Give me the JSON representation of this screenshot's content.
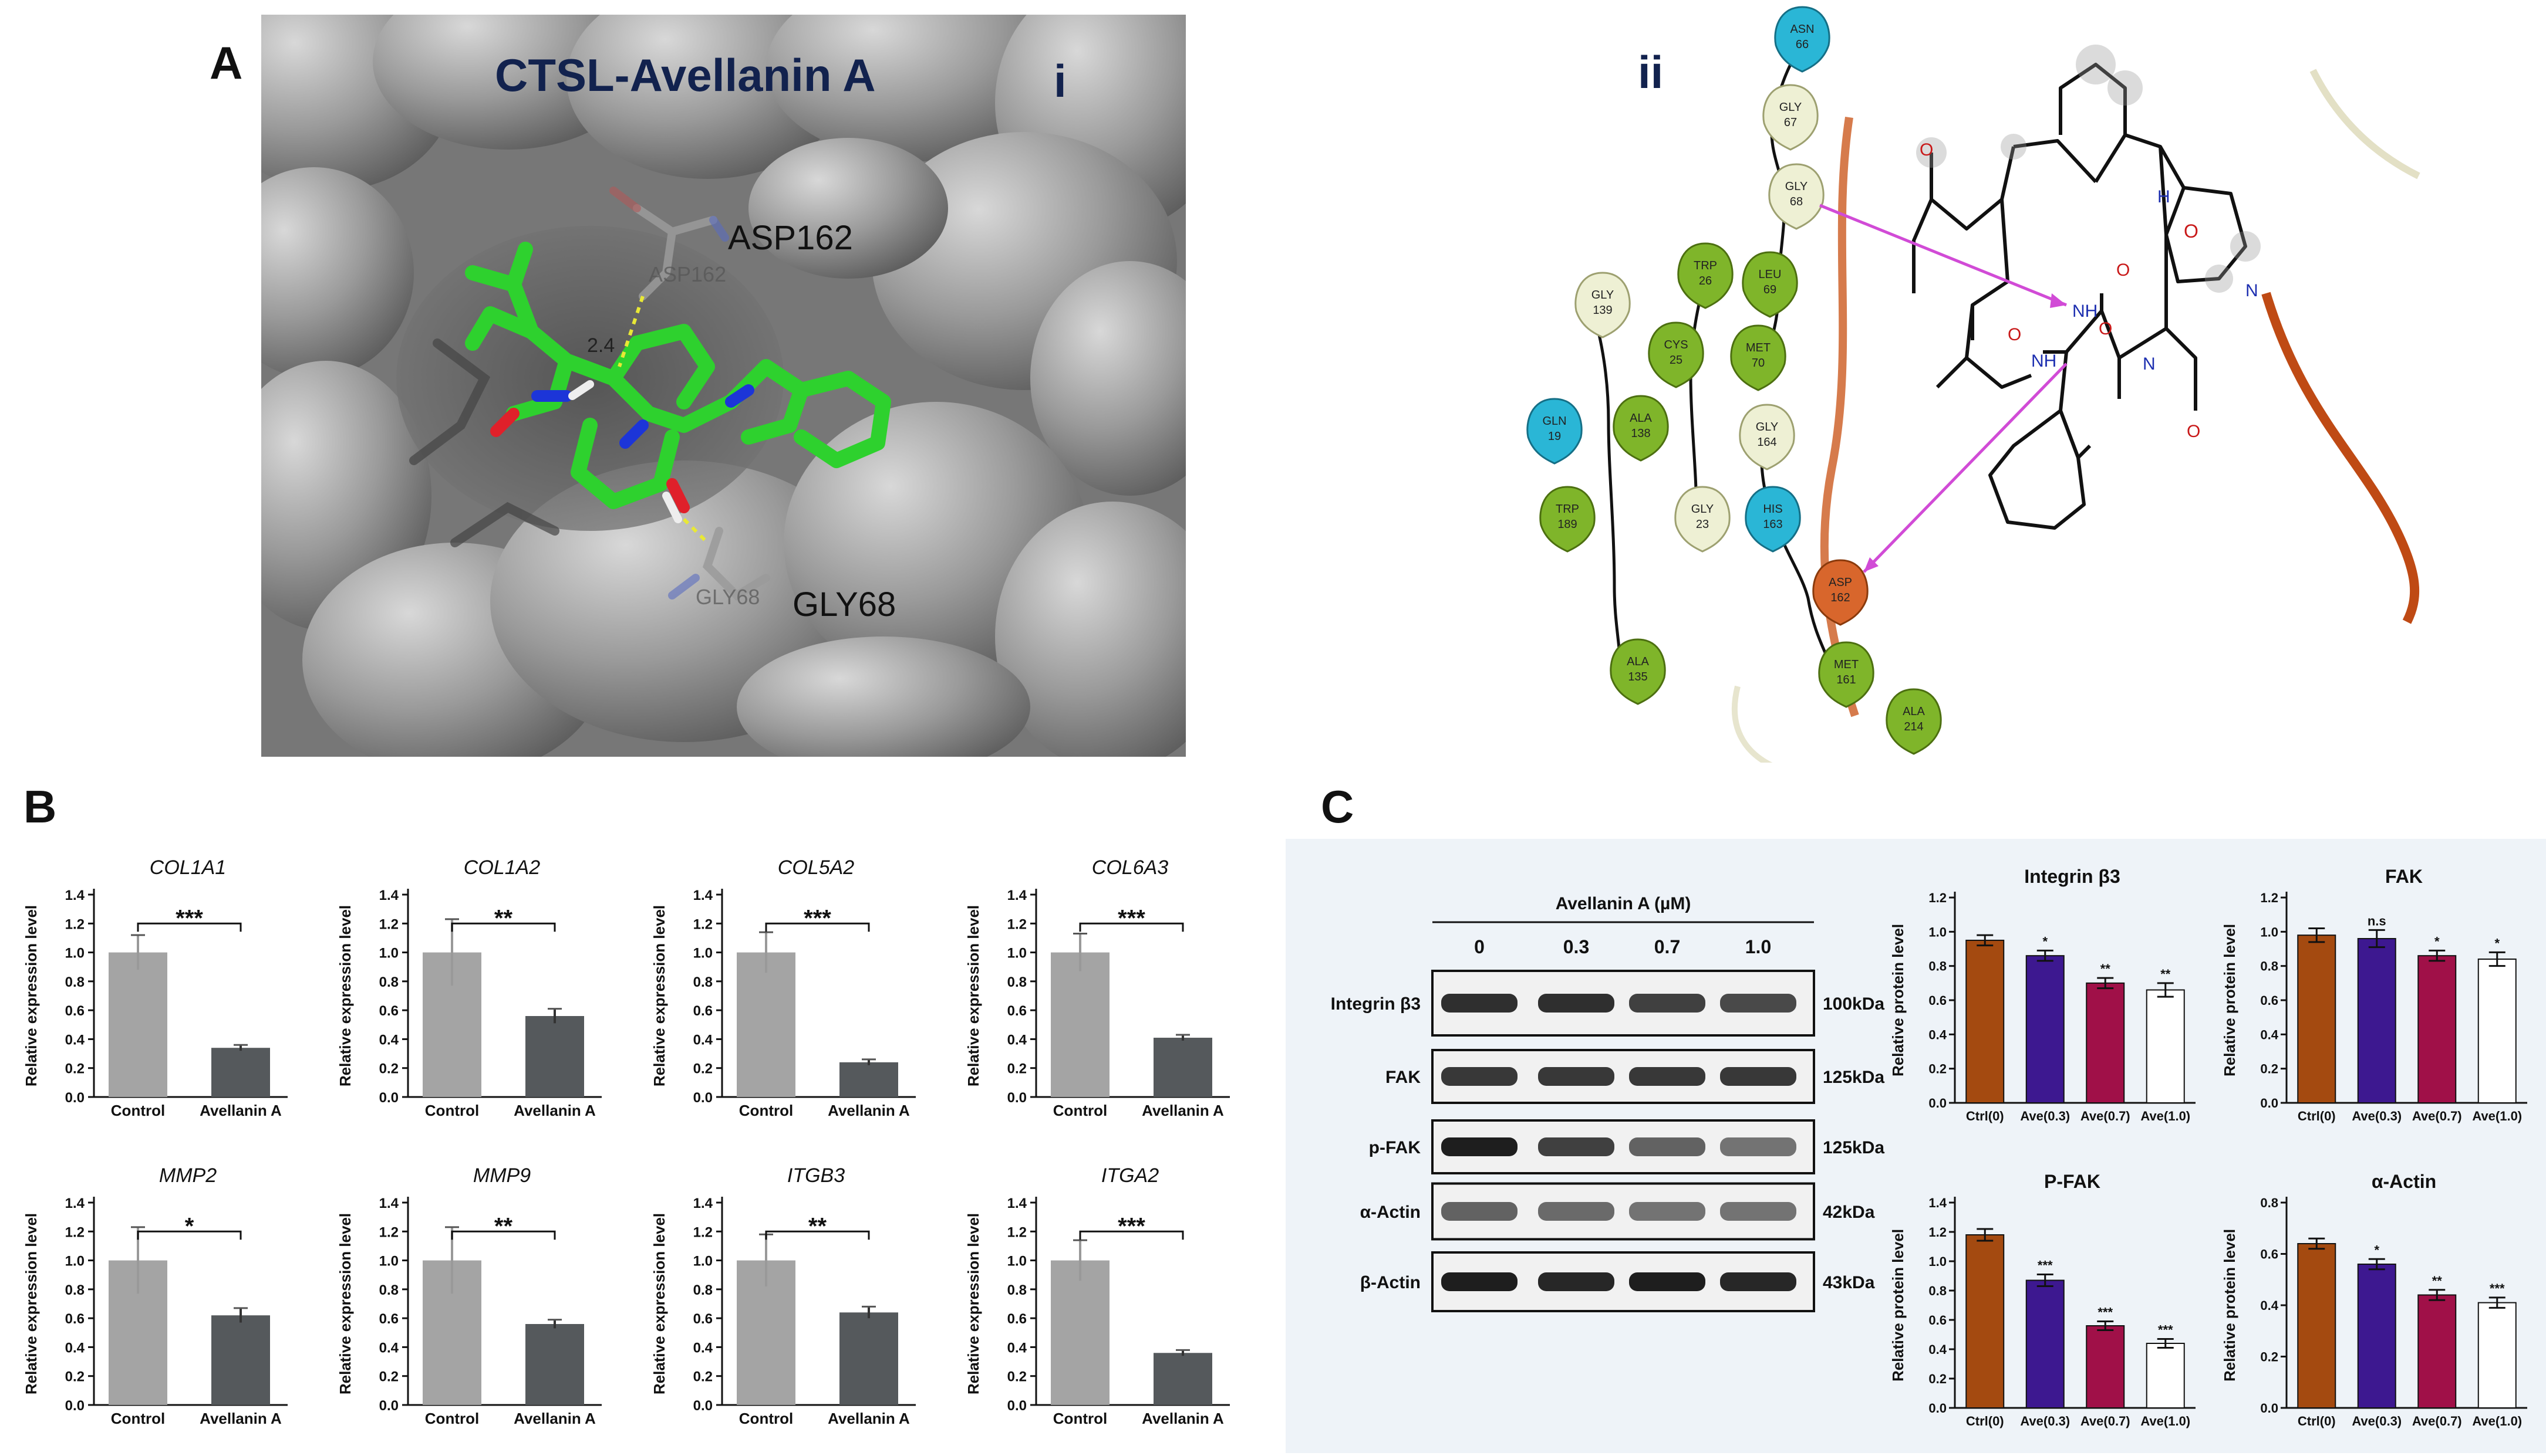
{
  "panel_labels": {
    "a": "A",
    "b": "B",
    "c": "C"
  },
  "panel_a": {
    "title": "CTSL-Avellanin A",
    "sub_i": "i",
    "sub_ii": "ii",
    "residue_labels": [
      "ASP162",
      "GLY68"
    ],
    "faint_labels": [
      "ASP162",
      "GLY68"
    ],
    "distance_label": "2.4",
    "atom_labels": {
      "nh1": "NH",
      "nh2": "NH",
      "h": "H",
      "n1": "N",
      "n2": "N",
      "o": "O",
      "n": "N"
    },
    "residues": [
      {
        "name": "ASN",
        "num": "66",
        "type": "polar"
      },
      {
        "name": "GLY",
        "num": "67",
        "type": "gly"
      },
      {
        "name": "GLY",
        "num": "68",
        "type": "gly"
      },
      {
        "name": "TRP",
        "num": "26",
        "type": "hydro"
      },
      {
        "name": "LEU",
        "num": "69",
        "type": "hydro"
      },
      {
        "name": "GLY",
        "num": "139",
        "type": "gly"
      },
      {
        "name": "CYS",
        "num": "25",
        "type": "hydro"
      },
      {
        "name": "MET",
        "num": "70",
        "type": "hydro"
      },
      {
        "name": "GLN",
        "num": "19",
        "type": "polar"
      },
      {
        "name": "ALA",
        "num": "138",
        "type": "hydro"
      },
      {
        "name": "GLY",
        "num": "164",
        "type": "gly"
      },
      {
        "name": "TRP",
        "num": "189",
        "type": "hydro"
      },
      {
        "name": "GLY",
        "num": "23",
        "type": "gly"
      },
      {
        "name": "HIS",
        "num": "163",
        "type": "polar"
      },
      {
        "name": "ASP",
        "num": "162",
        "type": "acid"
      },
      {
        "name": "ALA",
        "num": "135",
        "type": "hydro"
      },
      {
        "name": "MET",
        "num": "161",
        "type": "hydro"
      },
      {
        "name": "ALA",
        "num": "214",
        "type": "hydro"
      }
    ],
    "colors": {
      "polar": "#2ab6d6",
      "gly": "#eef0d4",
      "hydro": "#7fb52a",
      "acid": "#d8662c",
      "hbond": "#d14bd6"
    }
  },
  "panel_b": {
    "ylabel": "Relative expression level",
    "yticks": [
      "0.0",
      "0.2",
      "0.4",
      "0.6",
      "0.8",
      "1.0",
      "1.2",
      "1.4"
    ],
    "categories": [
      "Control",
      "Avellanin A"
    ],
    "colors": {
      "control": "#a4a4a4",
      "treated": "#55595c"
    }
  },
  "panel_c": {
    "blot": {
      "header": "Avellanin A (µM)",
      "lanes": [
        "0",
        "0.3",
        "0.7",
        "1.0"
      ],
      "rows": [
        {
          "label": "Integrin β3",
          "kda": "100kDa",
          "intensity": [
            0.9,
            0.9,
            0.8,
            0.75
          ]
        },
        {
          "label": "FAK",
          "kda": "125kDa",
          "intensity": [
            0.85,
            0.85,
            0.85,
            0.85
          ]
        },
        {
          "label": "p-FAK",
          "kda": "125kDa",
          "intensity": [
            1.0,
            0.8,
            0.6,
            0.5
          ]
        },
        {
          "label": "α-Actin",
          "kda": "42kDa",
          "intensity": [
            0.6,
            0.55,
            0.5,
            0.5
          ]
        },
        {
          "label": "β-Actin",
          "kda": "43kDa",
          "intensity": [
            1.0,
            0.95,
            1.0,
            0.95
          ]
        }
      ]
    },
    "ylabel": "Relative protein level",
    "categories": [
      "Ctrl(0)",
      "Ave(0.3)",
      "Ave(0.7)",
      "Ave(1.0)"
    ],
    "colors": [
      "#a44a10",
      "#3d1890",
      "#a01048",
      "#ffffff"
    ]
  },
  "chart_data": [
    {
      "type": "bar",
      "title": "COL1A1",
      "categories": [
        "Control",
        "Avellanin A"
      ],
      "values": [
        1.0,
        0.34
      ],
      "errors": [
        0.12,
        0.02
      ],
      "ylim": [
        0,
        1.4
      ],
      "ylabel": "Relative expression level",
      "significance": "***"
    },
    {
      "type": "bar",
      "title": "COL1A2",
      "categories": [
        "Control",
        "Avellanin A"
      ],
      "values": [
        1.0,
        0.56
      ],
      "errors": [
        0.23,
        0.05
      ],
      "ylim": [
        0,
        1.4
      ],
      "ylabel": "Relative expression level",
      "significance": "**"
    },
    {
      "type": "bar",
      "title": "COL5A2",
      "categories": [
        "Control",
        "Avellanin A"
      ],
      "values": [
        1.0,
        0.24
      ],
      "errors": [
        0.14,
        0.02
      ],
      "ylim": [
        0,
        1.4
      ],
      "ylabel": "Relative expression level",
      "significance": "***"
    },
    {
      "type": "bar",
      "title": "COL6A3",
      "categories": [
        "Control",
        "Avellanin A"
      ],
      "values": [
        1.0,
        0.41
      ],
      "errors": [
        0.13,
        0.02
      ],
      "ylim": [
        0,
        1.4
      ],
      "ylabel": "Relative expression level",
      "significance": "***"
    },
    {
      "type": "bar",
      "title": "MMP2",
      "categories": [
        "Control",
        "Avellanin A"
      ],
      "values": [
        1.0,
        0.62
      ],
      "errors": [
        0.23,
        0.05
      ],
      "ylim": [
        0,
        1.4
      ],
      "ylabel": "Relative expression level",
      "significance": "*"
    },
    {
      "type": "bar",
      "title": "MMP9",
      "categories": [
        "Control",
        "Avellanin A"
      ],
      "values": [
        1.0,
        0.56
      ],
      "errors": [
        0.23,
        0.03
      ],
      "ylim": [
        0,
        1.4
      ],
      "ylabel": "Relative expression level",
      "significance": "**"
    },
    {
      "type": "bar",
      "title": "ITGB3",
      "categories": [
        "Control",
        "Avellanin A"
      ],
      "values": [
        1.0,
        0.64
      ],
      "errors": [
        0.18,
        0.04
      ],
      "ylim": [
        0,
        1.4
      ],
      "ylabel": "Relative expression level",
      "significance": "**"
    },
    {
      "type": "bar",
      "title": "ITGA2",
      "categories": [
        "Control",
        "Avellanin A"
      ],
      "values": [
        1.0,
        0.36
      ],
      "errors": [
        0.14,
        0.02
      ],
      "ylim": [
        0,
        1.4
      ],
      "ylabel": "Relative expression level",
      "significance": "***"
    },
    {
      "type": "bar",
      "title": "Integrin β3",
      "categories": [
        "Ctrl(0)",
        "Ave(0.3)",
        "Ave(0.7)",
        "Ave(1.0)"
      ],
      "values": [
        0.95,
        0.86,
        0.7,
        0.66
      ],
      "errors": [
        0.03,
        0.03,
        0.03,
        0.04
      ],
      "ylim": [
        0,
        1.2
      ],
      "yticks": [
        "0.0",
        "0.2",
        "0.4",
        "0.6",
        "0.8",
        "1.0",
        "1.2"
      ],
      "ylabel": "Relative protein level",
      "significance": [
        "",
        "*",
        "**",
        "**"
      ]
    },
    {
      "type": "bar",
      "title": "FAK",
      "categories": [
        "Ctrl(0)",
        "Ave(0.3)",
        "Ave(0.7)",
        "Ave(1.0)"
      ],
      "values": [
        0.98,
        0.96,
        0.86,
        0.84
      ],
      "errors": [
        0.04,
        0.05,
        0.03,
        0.04
      ],
      "ylim": [
        0,
        1.2
      ],
      "yticks": [
        "0.0",
        "0.2",
        "0.4",
        "0.6",
        "0.8",
        "1.0",
        "1.2"
      ],
      "ylabel": "Relative protein level",
      "significance": [
        "",
        "n.s",
        "*",
        "*"
      ]
    },
    {
      "type": "bar",
      "title": "P-FAK",
      "categories": [
        "Ctrl(0)",
        "Ave(0.3)",
        "Ave(0.7)",
        "Ave(1.0)"
      ],
      "values": [
        1.18,
        0.87,
        0.56,
        0.44
      ],
      "errors": [
        0.04,
        0.04,
        0.03,
        0.03
      ],
      "ylim": [
        0,
        1.4
      ],
      "yticks": [
        "0.0",
        "0.2",
        "0.4",
        "0.6",
        "0.8",
        "1.0",
        "1.2",
        "1.4"
      ],
      "ylabel": "Relative protein level",
      "significance": [
        "",
        "***",
        "***",
        "***"
      ]
    },
    {
      "type": "bar",
      "title": "α-Actin",
      "categories": [
        "Ctrl(0)",
        "Ave(0.3)",
        "Ave(0.7)",
        "Ave(1.0)"
      ],
      "values": [
        0.64,
        0.56,
        0.44,
        0.41
      ],
      "errors": [
        0.02,
        0.02,
        0.02,
        0.02
      ],
      "ylim": [
        0,
        0.8
      ],
      "yticks": [
        "0.0",
        "0.2",
        "0.4",
        "0.6",
        "0.8"
      ],
      "ylabel": "Relative protein level",
      "significance": [
        "",
        "*",
        "**",
        "***"
      ]
    }
  ]
}
